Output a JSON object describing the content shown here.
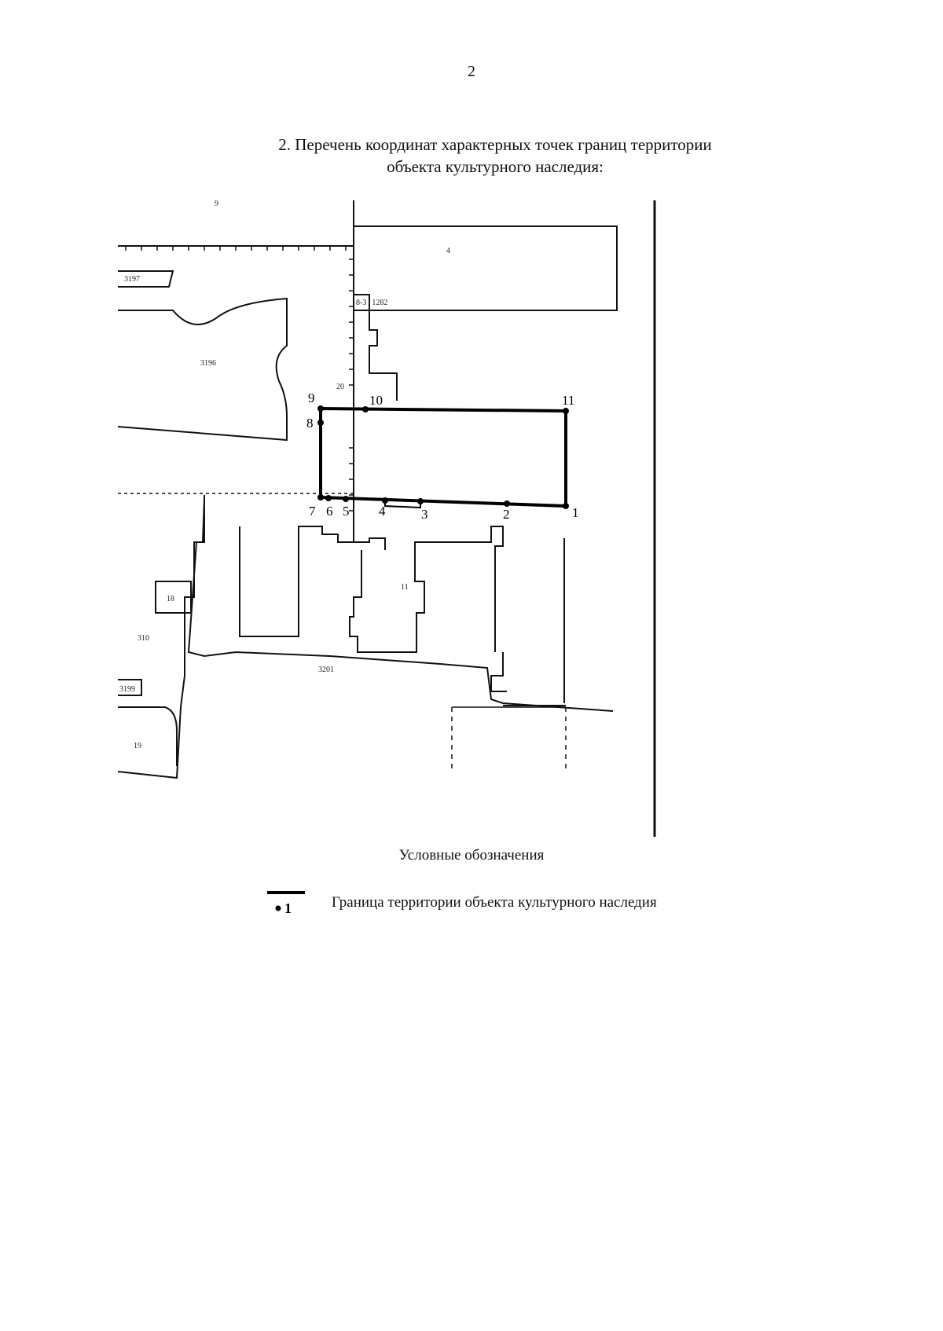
{
  "page": {
    "number": "2"
  },
  "heading": {
    "line1": "2. Перечень координат характерных точек границ территории",
    "line2": "объекта культурного наследия:"
  },
  "map": {
    "parcel_labels": [
      "9",
      "4",
      "3197",
      "3196",
      "20",
      "11",
      "18",
      "310",
      "3201",
      "3199",
      "19"
    ],
    "fragment_label": "8-3 | 1282",
    "boundary_point_labels": [
      "1",
      "2",
      "3",
      "4",
      "5",
      "6",
      "7",
      "8",
      "9",
      "10",
      "11"
    ],
    "boundary_color": "#000000"
  },
  "legend": {
    "title": "Условные обозначения",
    "symbol_label": "1",
    "item_text": "Граница территории объекта культурного наследия"
  }
}
